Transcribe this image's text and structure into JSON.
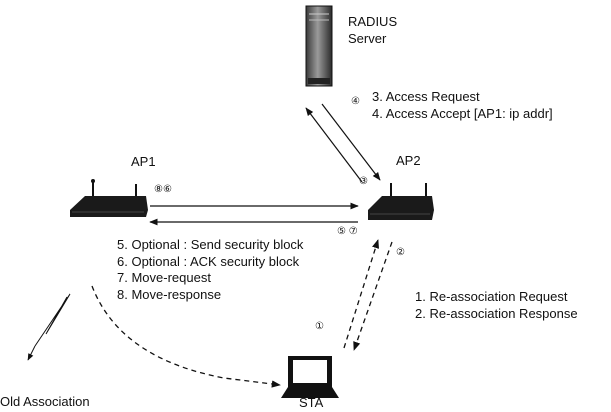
{
  "nodes": {
    "radius": {
      "line1": "RADIUS",
      "line2": "Server"
    },
    "ap1": {
      "label": "AP1"
    },
    "ap2": {
      "label": "AP2"
    },
    "sta": {
      "label": "STA"
    },
    "old": {
      "label": "Old Association"
    }
  },
  "markers": {
    "radius_link_top": "④",
    "radius_link_bottom": "③",
    "ap_link_left": "⑧⑥",
    "ap_link_right": "⑤ ⑦",
    "sta_link_right": "②",
    "sta_link_left": "①"
  },
  "messages": {
    "radius": [
      "3. Access Request",
      "4. Access Accept [AP1: ip addr]"
    ],
    "ap": [
      "5. Optional : Send security block",
      "6. Optional : ACK security block",
      "7. Move-request",
      "8. Move-response"
    ],
    "sta": [
      "1. Re-association Request",
      "2. Re-association Response"
    ]
  }
}
